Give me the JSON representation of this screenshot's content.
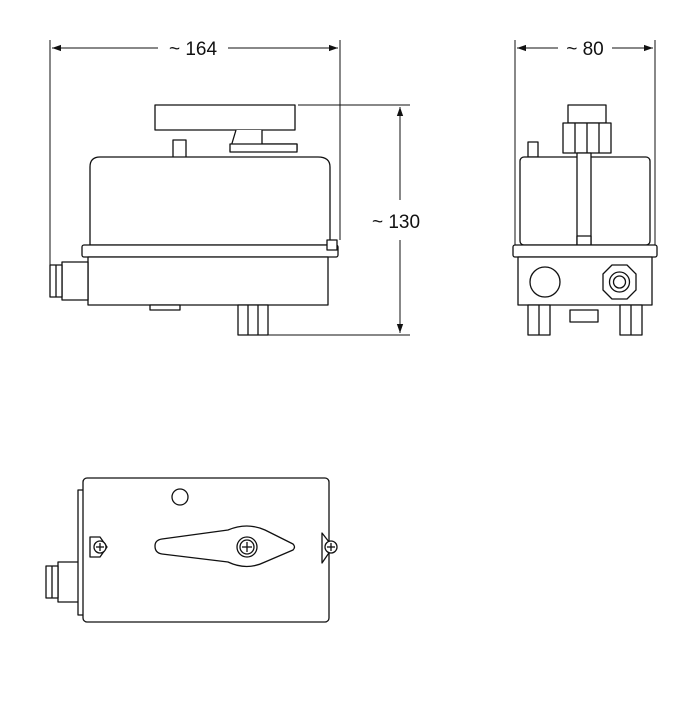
{
  "dimensions": {
    "width_label": "~ 164",
    "depth_label": "~ 80",
    "height_label": "~ 130"
  },
  "views": [
    "front-view",
    "side-view",
    "top-view"
  ]
}
